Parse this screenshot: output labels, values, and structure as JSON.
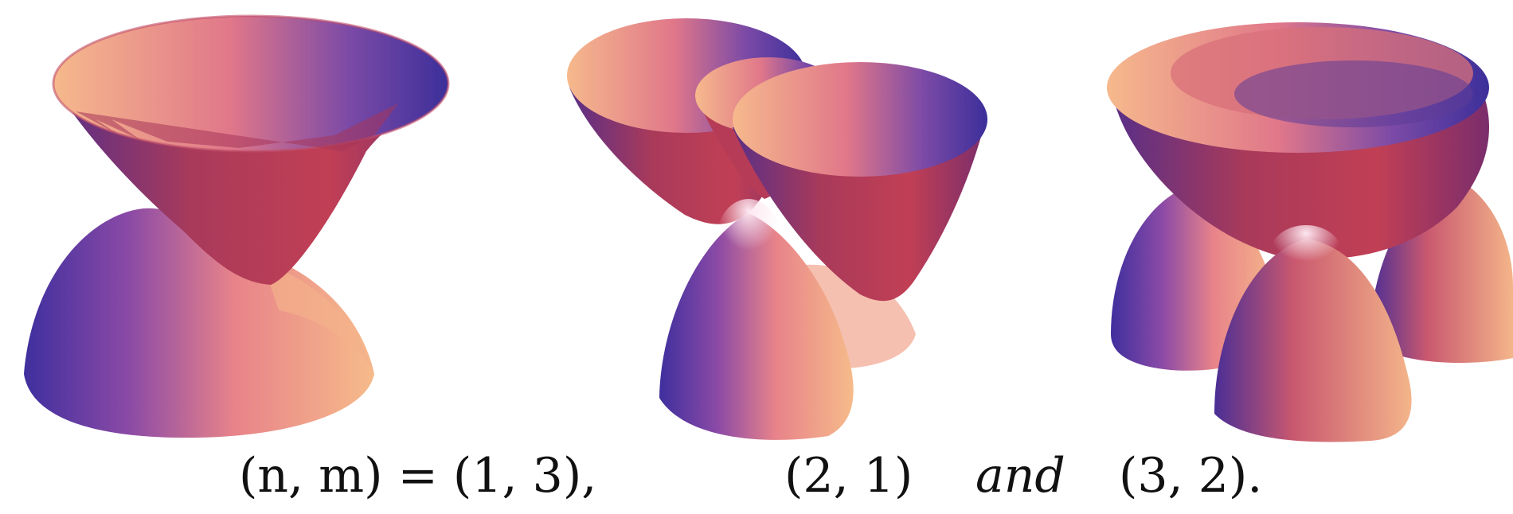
{
  "figure": {
    "panels": [
      {
        "id": "panel-1",
        "surfaces": [
          "upper cone",
          "lower cone"
        ]
      },
      {
        "id": "panel-2",
        "surfaces": [
          "two upper cones",
          "two lower cones"
        ]
      },
      {
        "id": "panel-3",
        "surfaces": [
          "three upper cones",
          "three lower cones"
        ]
      }
    ],
    "colors": {
      "dark": "#3b2a8f",
      "violet": "#6a2e8a",
      "crimson": "#b2354f",
      "coral": "#e8766a",
      "peach": "#f6b98c",
      "highlight": "#fde7e0"
    }
  },
  "caption": {
    "label_1": "(n, m) = (1, 3),",
    "label_2": "(2, 1)",
    "connective": "and",
    "label_3": "(3, 2)."
  }
}
